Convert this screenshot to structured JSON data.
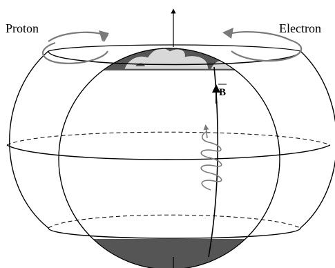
{
  "labels": {
    "proton": "Proton",
    "electron": "Electron",
    "field": "B"
  },
  "colors": {
    "line": "#000000",
    "earth_dark": "#555555",
    "earth_light": "#d8d8d8",
    "arrow_gray": "#7a7a7a",
    "background": "#ffffff"
  },
  "icons": {
    "axis_arrow": "arrow-up-icon",
    "proton_arrow": "curved-arrow-right-icon",
    "electron_arrow": "curved-arrow-left-icon",
    "helix": "helix-spiral-icon"
  }
}
